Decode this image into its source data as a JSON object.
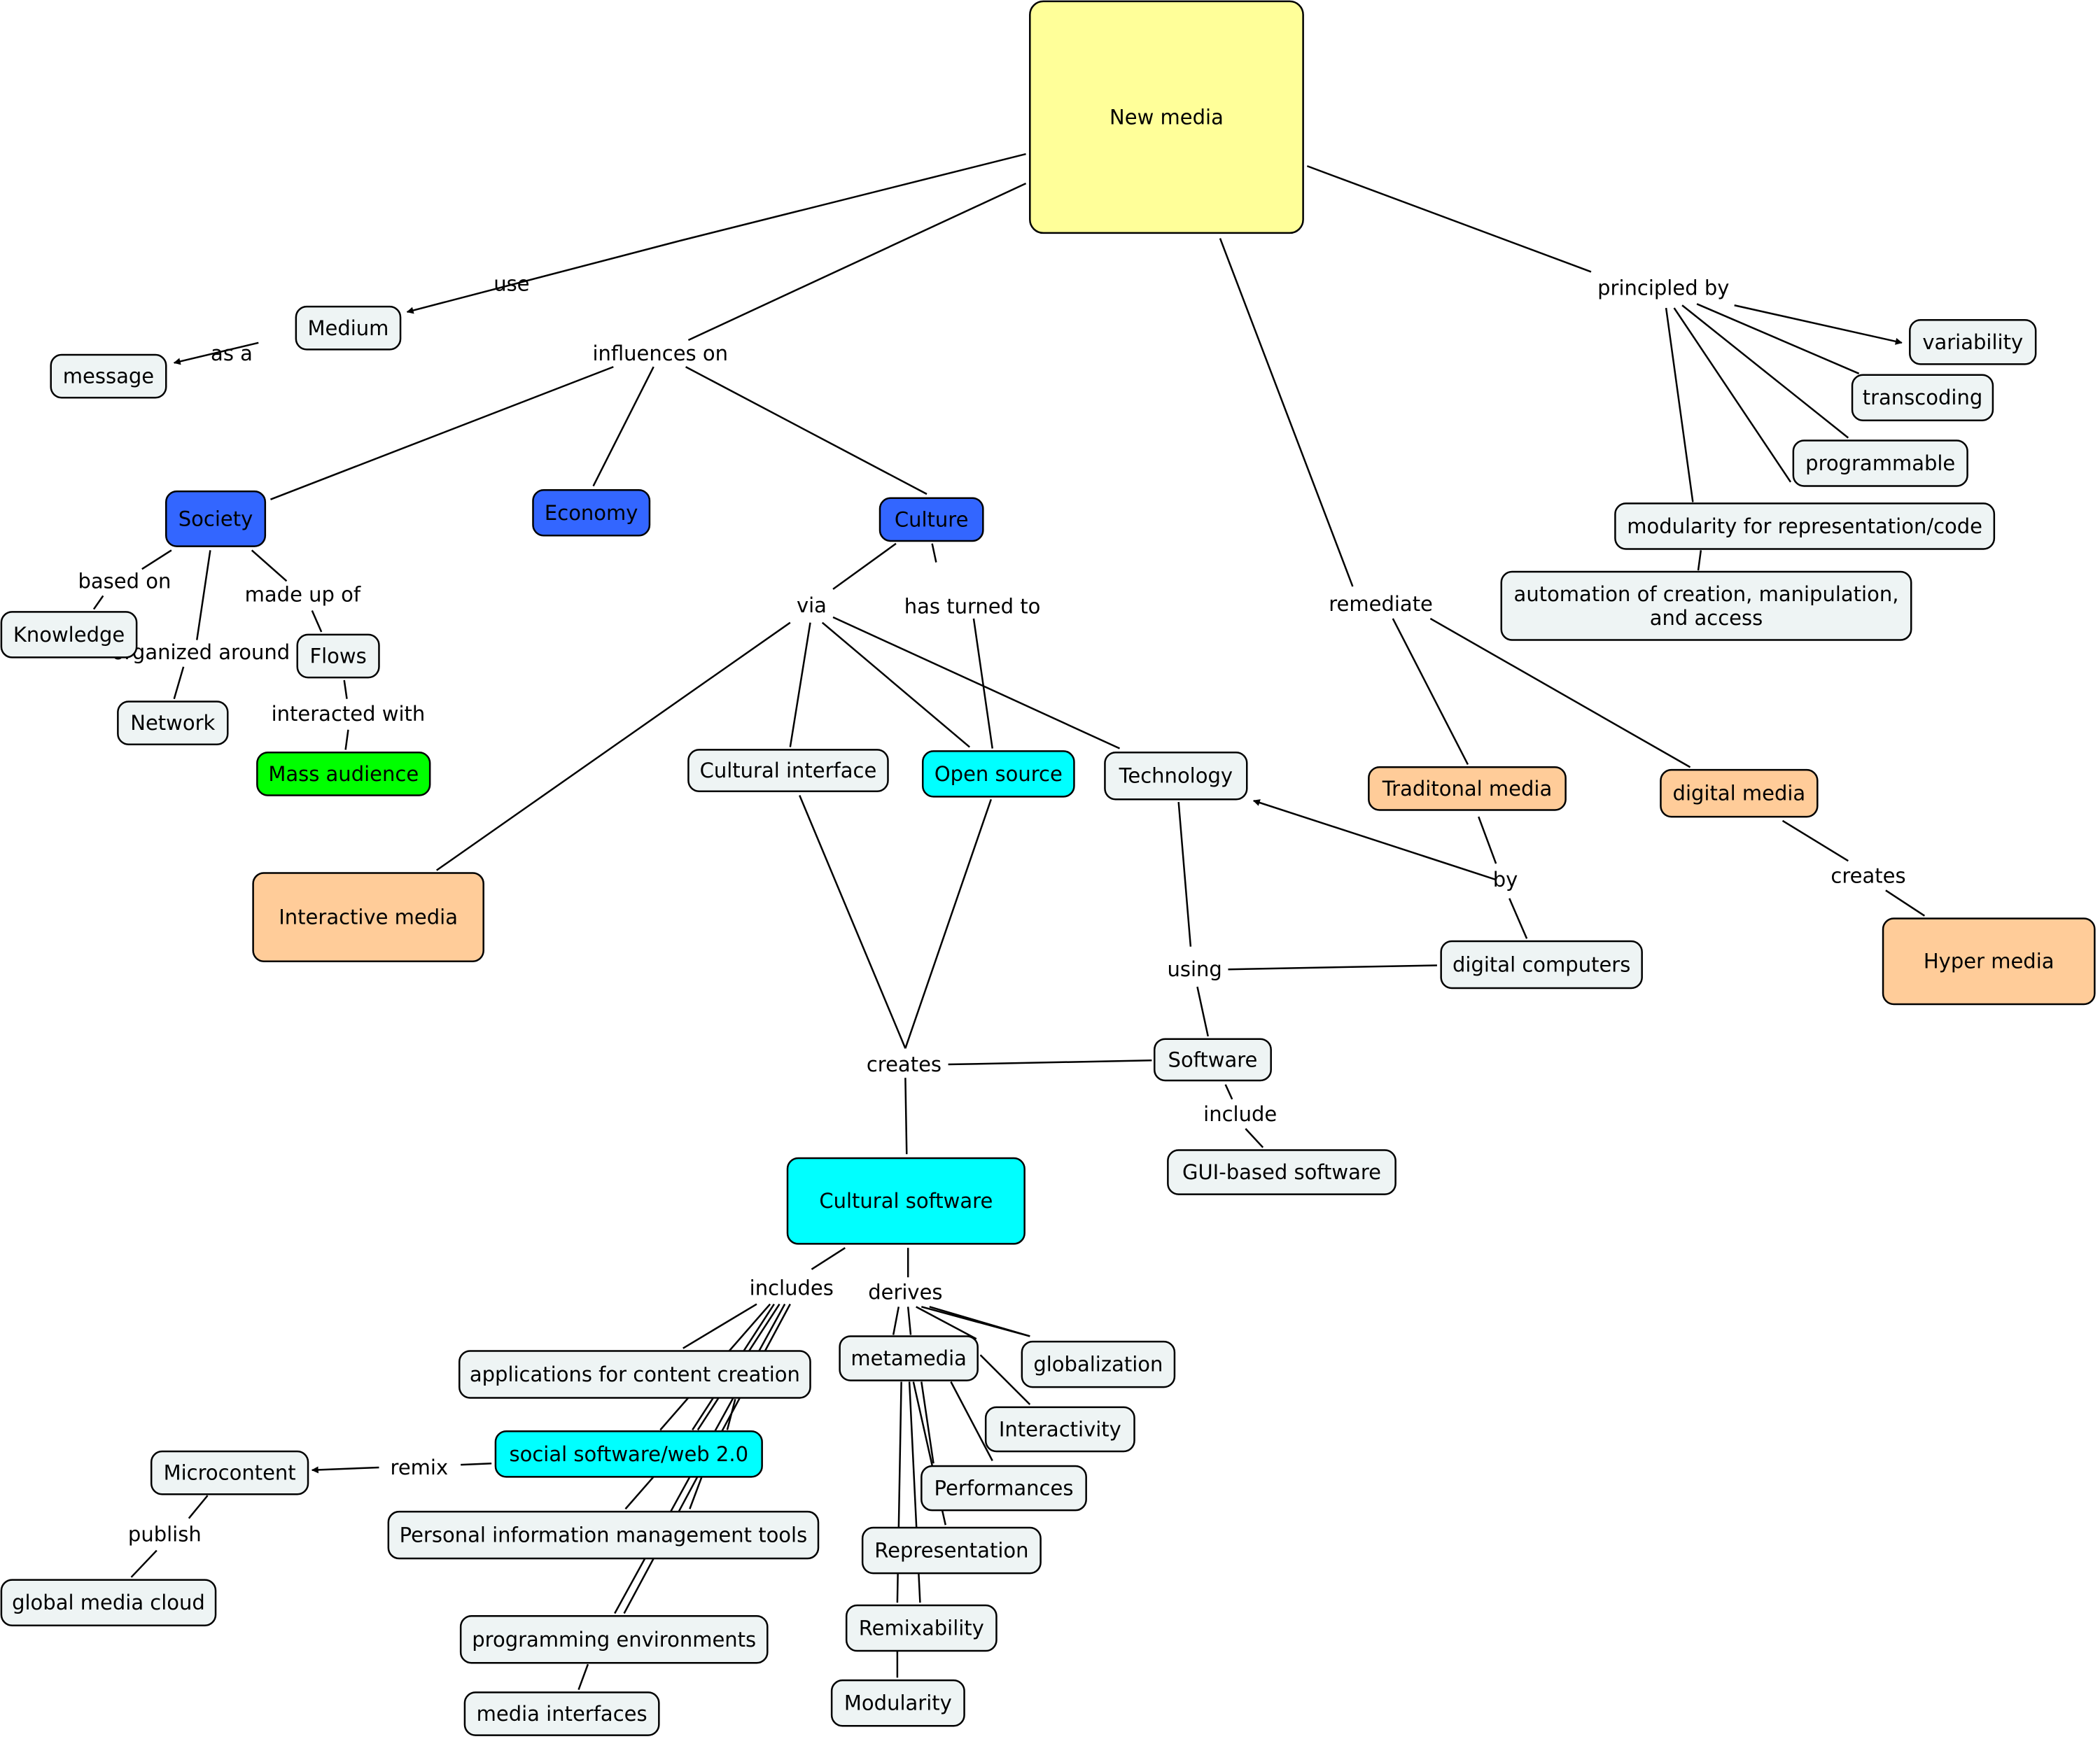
{
  "colors": {
    "yellow": "#ffff99",
    "blue": "#3366ff",
    "green": "#00ff00",
    "orange": "#ffcc99",
    "cyan": "#00ffff",
    "light": "#eef4f4"
  },
  "nodes": {
    "new_media": {
      "label": "New media",
      "style": "yellow",
      "interactable": true
    },
    "medium": {
      "label": "Medium",
      "style": "light",
      "interactable": true
    },
    "message": {
      "label": "message",
      "style": "light",
      "interactable": true
    },
    "society": {
      "label": "Society",
      "style": "blue",
      "interactable": true
    },
    "economy": {
      "label": "Economy",
      "style": "blue",
      "interactable": true
    },
    "culture": {
      "label": "Culture",
      "style": "blue",
      "interactable": true
    },
    "knowledge": {
      "label": "Knowledge",
      "style": "light",
      "interactable": true
    },
    "network": {
      "label": "Network",
      "style": "light",
      "interactable": true
    },
    "flows": {
      "label": "Flows",
      "style": "light",
      "interactable": true
    },
    "mass_audience": {
      "label": "Mass audience",
      "style": "green",
      "interactable": true
    },
    "interactive_media": {
      "label": "Interactive media",
      "style": "orange",
      "interactable": true
    },
    "cultural_interface": {
      "label": "Cultural interface",
      "style": "light",
      "interactable": true
    },
    "open_source": {
      "label": "Open source",
      "style": "cyan",
      "interactable": true
    },
    "technology": {
      "label": "Technology",
      "style": "light",
      "interactable": true
    },
    "traditional_media": {
      "label": "Traditonal media",
      "style": "orange",
      "interactable": true
    },
    "digital_media": {
      "label": "digital media",
      "style": "orange",
      "interactable": true
    },
    "hyper_media": {
      "label": "Hyper media",
      "style": "orange",
      "interactable": true
    },
    "digital_computers": {
      "label": "digital computers",
      "style": "light",
      "interactable": true
    },
    "software": {
      "label": "Software",
      "style": "light",
      "interactable": true
    },
    "gui_software": {
      "label": "GUI-based software",
      "style": "light",
      "interactable": true
    },
    "cultural_software": {
      "label": "Cultural software",
      "style": "cyan",
      "interactable": true
    },
    "variability": {
      "label": "variability",
      "style": "light",
      "interactable": true
    },
    "transcoding": {
      "label": "transcoding",
      "style": "light",
      "interactable": true
    },
    "programmable": {
      "label": "programmable",
      "style": "light",
      "interactable": true
    },
    "modularity_rep": {
      "label": "modularity for representation/code",
      "style": "light",
      "interactable": true
    },
    "automation": {
      "label": [
        "automation of creation, manipulation,",
        "and access"
      ],
      "style": "light",
      "interactable": true
    },
    "apps_content": {
      "label": "applications for content creation",
      "style": "light",
      "interactable": true
    },
    "social_software": {
      "label": "social software/web 2.0",
      "style": "cyan",
      "interactable": true
    },
    "pim_tools": {
      "label": "Personal information management tools",
      "style": "light",
      "interactable": true
    },
    "programming_env": {
      "label": "programming environments",
      "style": "light",
      "interactable": true
    },
    "media_interfaces": {
      "label": "media interfaces",
      "style": "light",
      "interactable": true
    },
    "microcontent": {
      "label": "Microcontent",
      "style": "light",
      "interactable": true
    },
    "global_media_cloud": {
      "label": "global media cloud",
      "style": "light",
      "interactable": true
    },
    "metamedia": {
      "label": "metamedia",
      "style": "light",
      "interactable": true
    },
    "globalization": {
      "label": "globalization",
      "style": "light",
      "interactable": true
    },
    "interactivity": {
      "label": "Interactivity",
      "style": "light",
      "interactable": true
    },
    "performances": {
      "label": "Performances",
      "style": "light",
      "interactable": true
    },
    "representation": {
      "label": "Representation",
      "style": "light",
      "interactable": true
    },
    "remixability": {
      "label": "Remixability",
      "style": "light",
      "interactable": true
    },
    "modularity": {
      "label": "Modularity",
      "style": "light",
      "interactable": true
    }
  },
  "links": {
    "use": "use",
    "as_a": "as a",
    "influences_on": "influences on",
    "principled_by": "principled by",
    "remediate": "remediate",
    "based_on": "based on",
    "organized_around": "organized around",
    "made_up_of": "made up of",
    "interacted_with": "interacted with",
    "via": "via",
    "has_turned_to": "has turned to",
    "by": "by",
    "creates_digital": "creates",
    "using": "using",
    "creates_main": "creates",
    "include": "include",
    "includes": "includes",
    "derives": "derives",
    "remix": "remix",
    "publish": "publish"
  }
}
